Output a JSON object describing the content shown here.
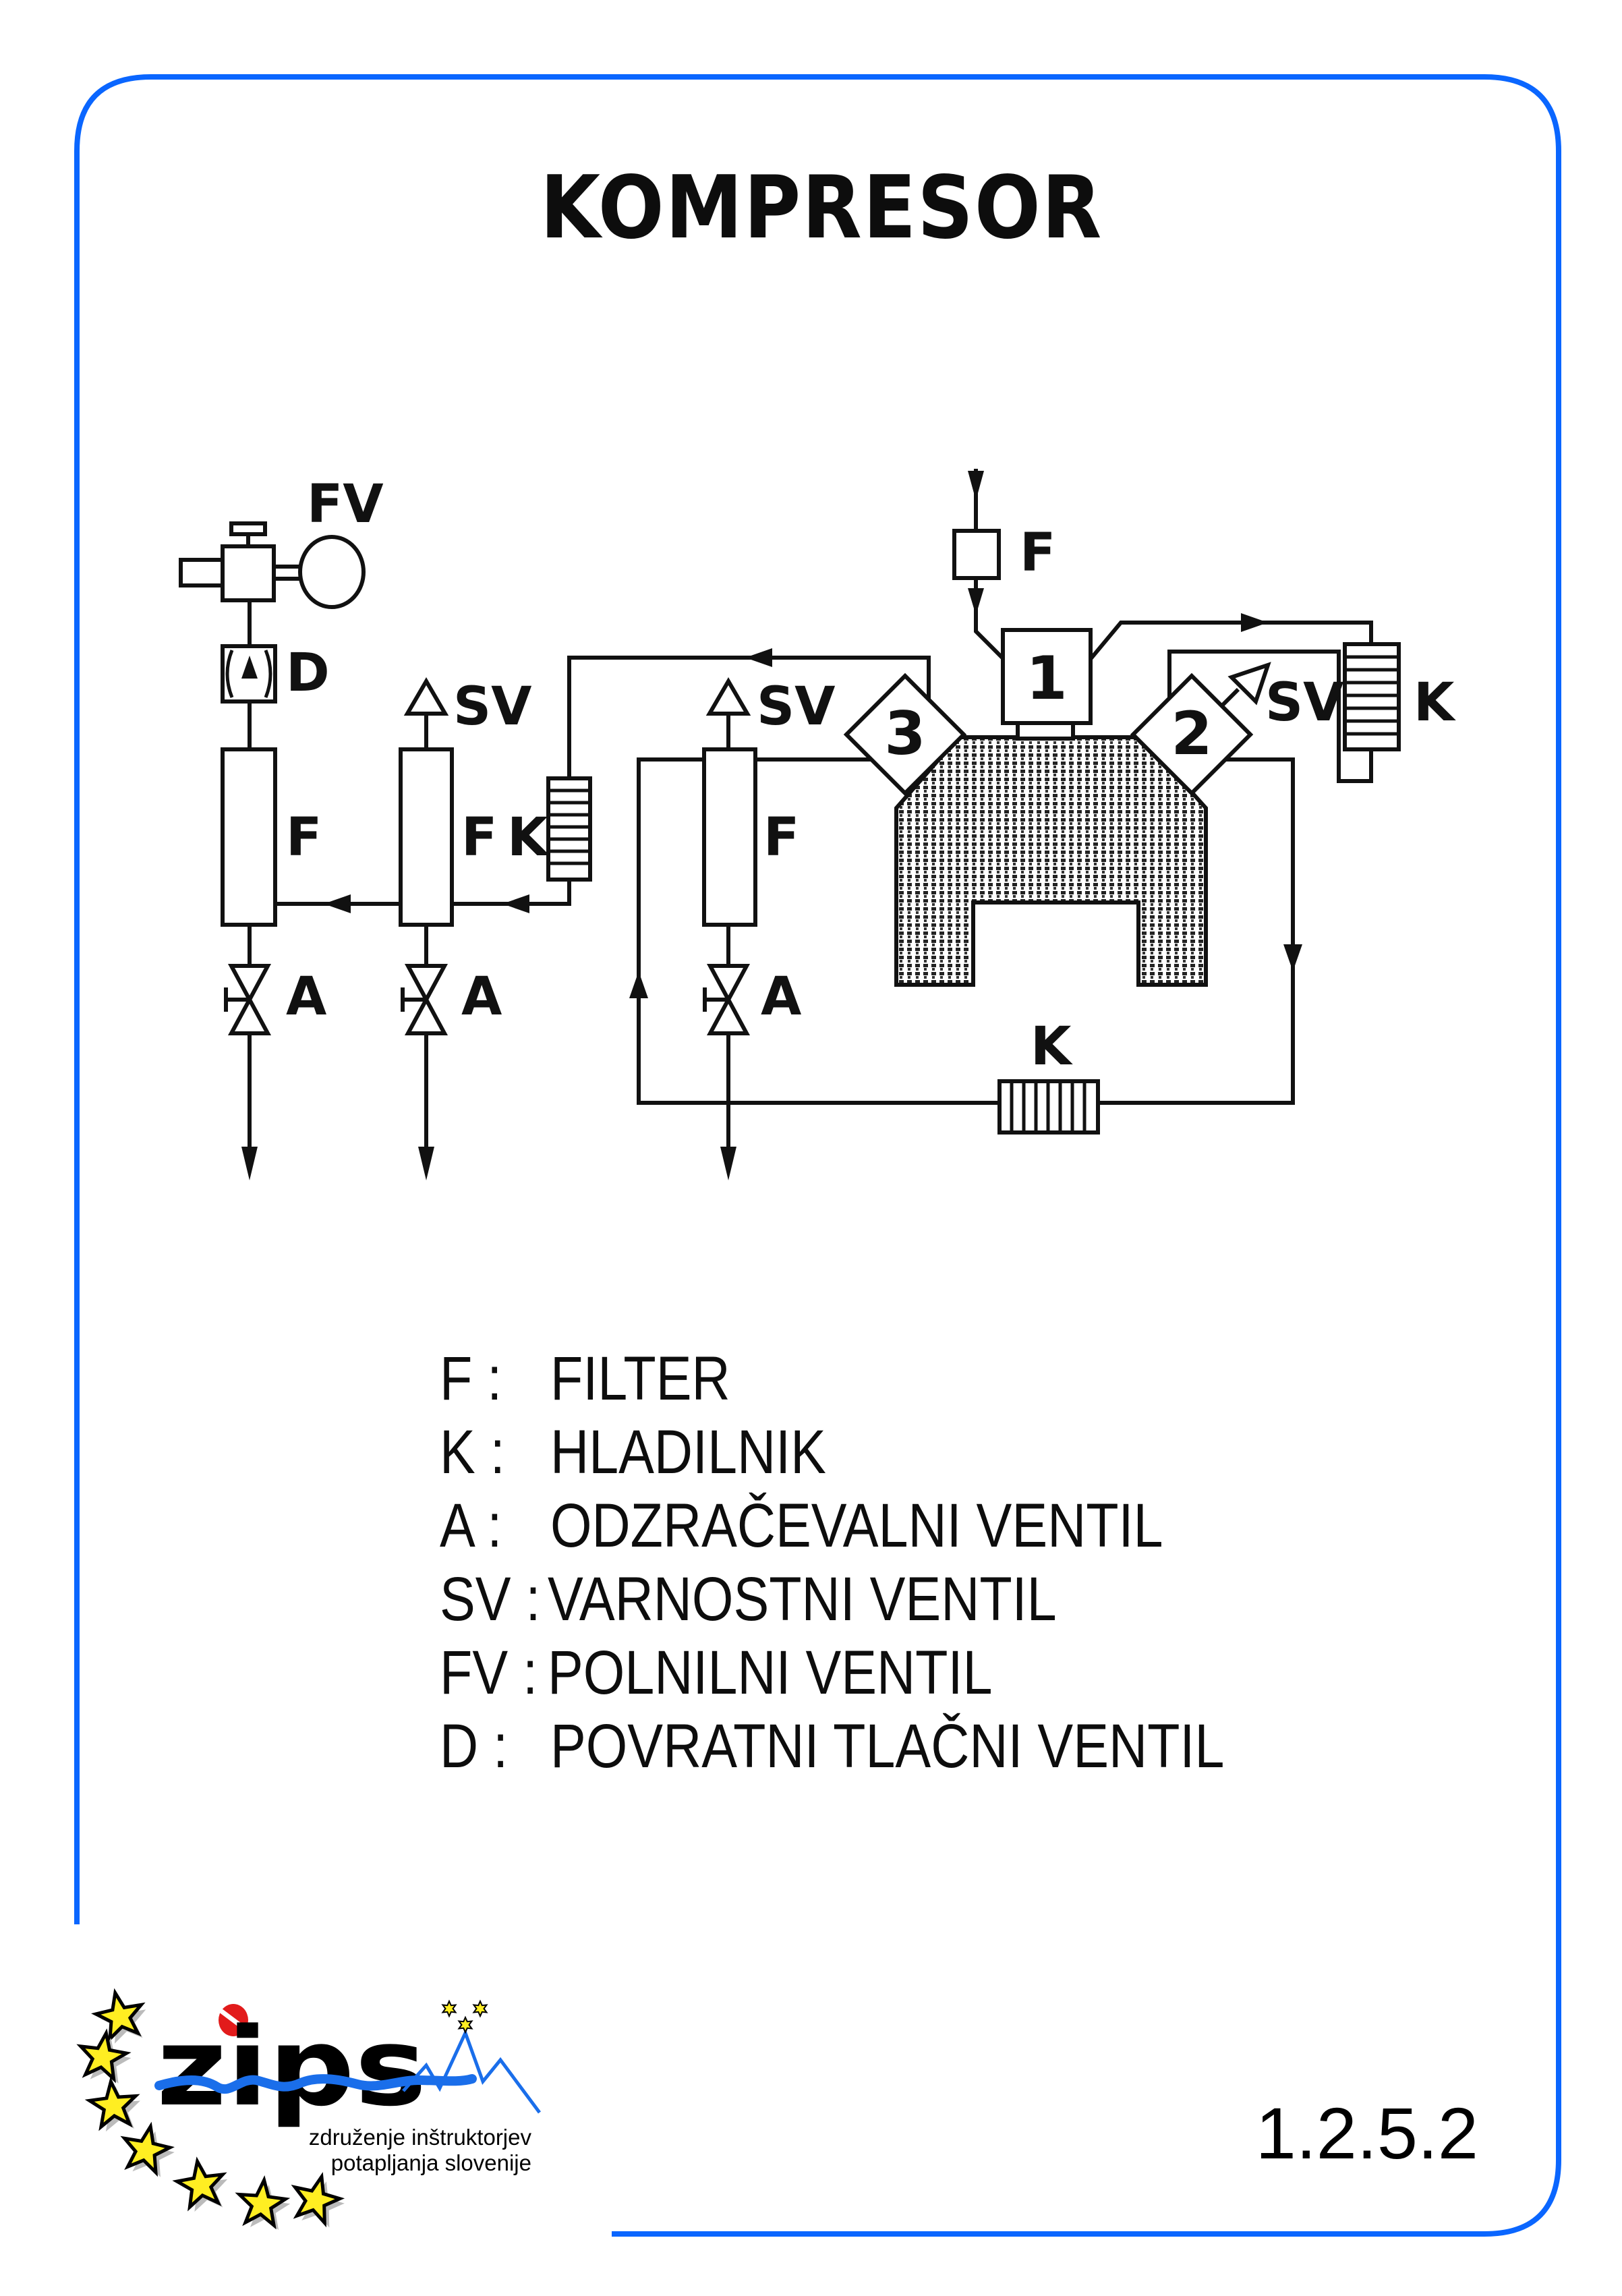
{
  "title": "KOMPRESOR",
  "colors": {
    "frame": "#0a66ff",
    "ink": "#111111",
    "logo_star": "#ffee22",
    "logo_wave": "#1a6eea",
    "logo_flag": "#e21b1b"
  },
  "diagram": {
    "labels": {
      "fv": "FV",
      "d": "D",
      "f_left": "F",
      "sv_middle": "SV",
      "f_middle": "F",
      "k_middle": "K",
      "a_left": "A",
      "a_middle": "A",
      "sv_right_col": "SV",
      "f_right_col": "F",
      "a_right_col": "A",
      "f_intake": "F",
      "sv_stage2": "SV",
      "k_stage1": "K",
      "k_bottom": "K",
      "stage_1": "1",
      "stage_2": "2",
      "stage_3": "3"
    },
    "icons": [
      "filling-valve-icon",
      "check-valve-icon",
      "filter-icon",
      "safety-valve-icon",
      "cooler-icon",
      "drain-valve-icon",
      "compressor-stage-icon",
      "crankcase-icon",
      "flow-arrow-icon"
    ]
  },
  "legend": [
    {
      "key": "F :",
      "value": "FILTER"
    },
    {
      "key": "K :",
      "value": "HLADILNIK"
    },
    {
      "key": "A :",
      "value": "ODZRAČEVALNI VENTIL"
    },
    {
      "key": "SV :",
      "value": "VARNOSTNI VENTIL"
    },
    {
      "key": "FV :",
      "value": "POLNILNI VENTIL"
    },
    {
      "key": "D :",
      "value": "POVRATNI TLAČNI VENTIL"
    }
  ],
  "logo": {
    "name": "zips",
    "line1": "združenje inštruktorjev",
    "line2": "potapljanja slovenije"
  },
  "page_number": "1.2.5.2"
}
